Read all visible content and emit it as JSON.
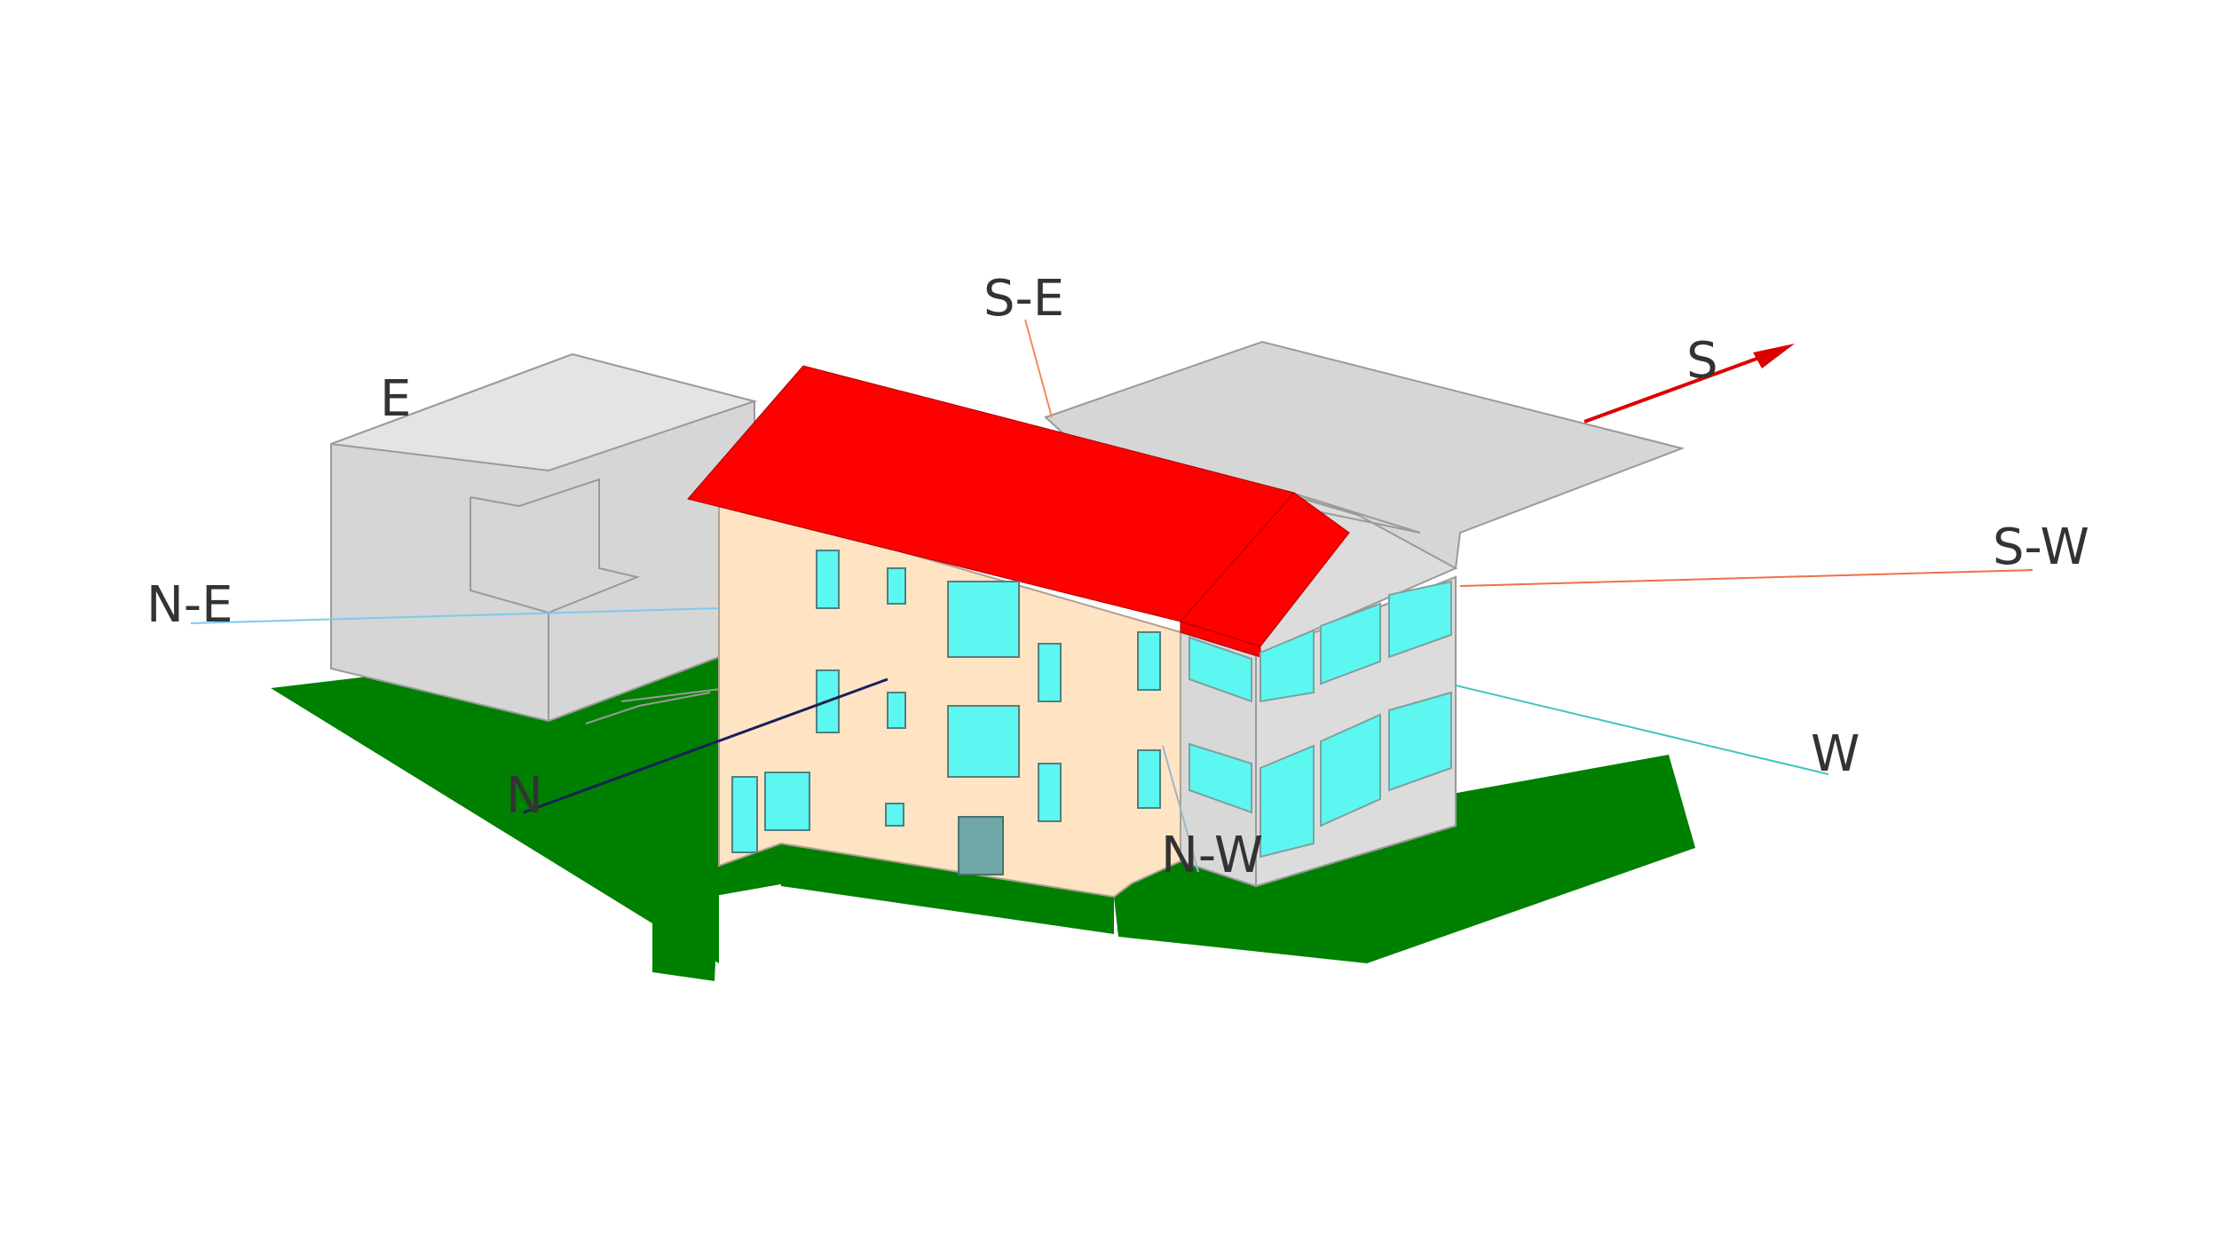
{
  "diagram": {
    "direction_labels": {
      "s": "S",
      "s_e": "S-E",
      "e": "E",
      "n_e": "N-E",
      "n": "N",
      "n_w": "N-W",
      "w": "W",
      "s_w": "S-W"
    },
    "colors": {
      "ground": "#008000",
      "roof": "#ff0000",
      "main_wall": "#ffe4c4",
      "neighbor": "#d4d4d4",
      "window": "#5cf7f0",
      "door": "#6fa8a6",
      "south_arrow": "#dd0000",
      "north_line": "#1a1f5a",
      "n_e_line": "#80c8ef",
      "s_e_line": "#f08a5d",
      "s_w_line": "#f0704a",
      "w_line": "#40c4c0"
    }
  }
}
